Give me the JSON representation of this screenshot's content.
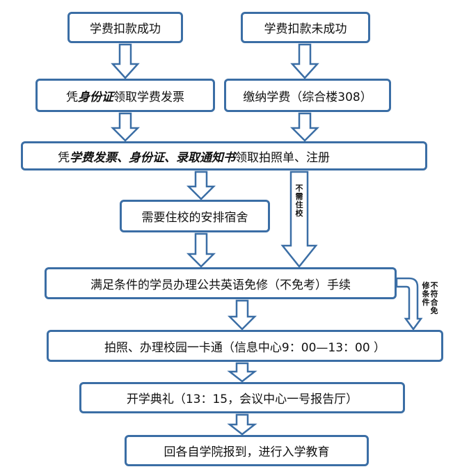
{
  "boxes": {
    "paid": "学费扣款成功",
    "unpaid": "学费扣款未成功",
    "invoice_pre": "凭",
    "invoice_em": "身份证",
    "invoice_post": "领取学费发票",
    "pay": "缴纳学费（综合楼308）",
    "register_pre": "凭",
    "register_em1": "学费发票、身份证、录取通知书",
    "register_post": "领取拍照单、注册",
    "dorm": "需要住校的安排宿舍",
    "english": "满足条件的学员办理公共英语免修（不免考）手续",
    "photo": "拍照、办理校园一卡通（信息中心9：00—13：00 ）",
    "ceremony": "开学典礼（13：15，会议中心一号报告厅）",
    "report": "回各自学院报到，进行入学教育"
  },
  "labels": {
    "no_dorm": "不需住校",
    "not_eligible_a": "不符合免",
    "not_eligible_b": "修条件"
  },
  "colors": {
    "border": "#3b6ea5",
    "arrow": "#3b6ea5"
  }
}
